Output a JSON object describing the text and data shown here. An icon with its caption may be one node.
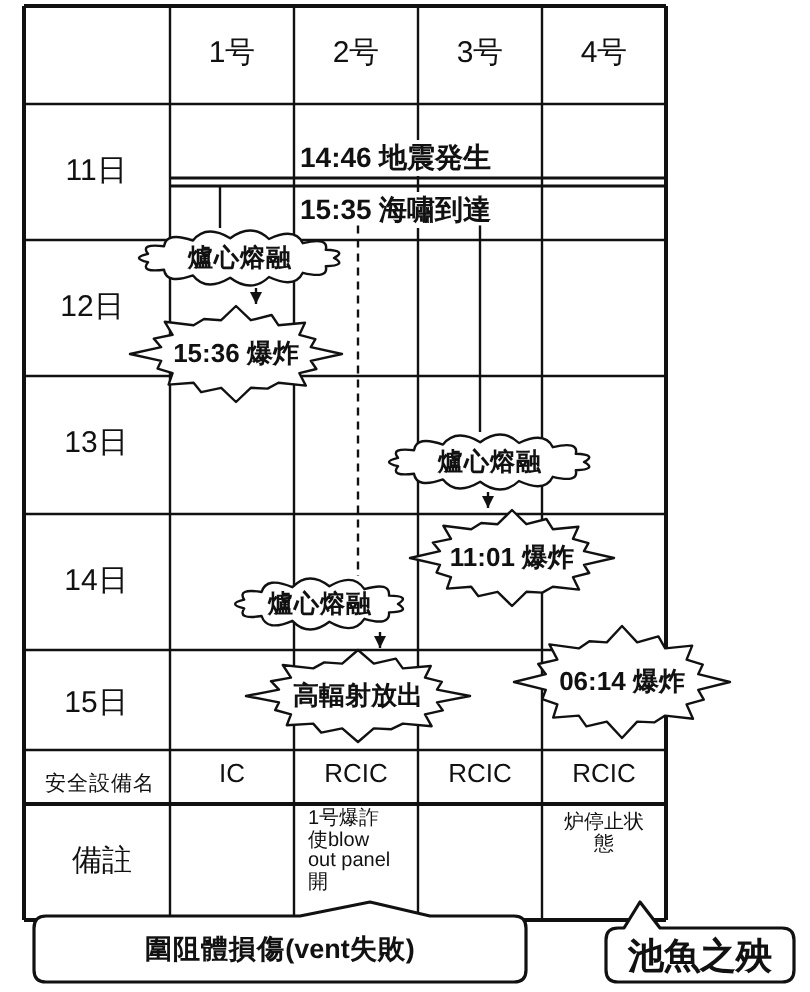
{
  "diagram": {
    "nodes": [
      {
        "text": [
          "15:35 海嘯到達"
        ]
      },
      {
        "text": [
          "爐心熔融"
        ]
      },
      {
        "text": [
          "15:36 爆炸"
        ]
      },
      {
        "text": [
          "爐心熔融"
        ]
      },
      {
        "text": [
          "11:01 爆炸"
        ]
      },
      {
        "text": [
          "爐心熔融"
        ]
      },
      {
        "text": [
          "高輻射放出"
        ]
      },
      {
        "text": [
          "06:14 爆炸"
        ]
      },
      {
        "text": [
          "圍阻體損傷(vent失敗)"
        ]
      },
      {
        "text": [
          "池魚之殃"
        ]
      }
    ],
    "edges": [
      {
        "from": null,
        "to": 1,
        "arrow": "none"
      },
      {
        "from": 1,
        "to": 2,
        "arrow": "to"
      },
      {
        "from": 0,
        "to": 3,
        "arrow": "none"
      },
      {
        "from": 3,
        "to": 4,
        "arrow": "to"
      },
      {
        "from": 0,
        "to": 5,
        "arrow": "none",
        "style": "dashed"
      },
      {
        "from": 5,
        "to": 6,
        "arrow": "to"
      }
    ],
    "labels": [
      "1号",
      "2号",
      "3号",
      "4号",
      "11日",
      "14:46 地震発生",
      "12日",
      "13日",
      "14日",
      "15日",
      "安全設備名",
      "IC",
      "RCIC",
      "RCIC",
      "RCIC",
      "備註",
      "1号爆詐使blow out panel開",
      "炉停止状態"
    ]
  }
}
